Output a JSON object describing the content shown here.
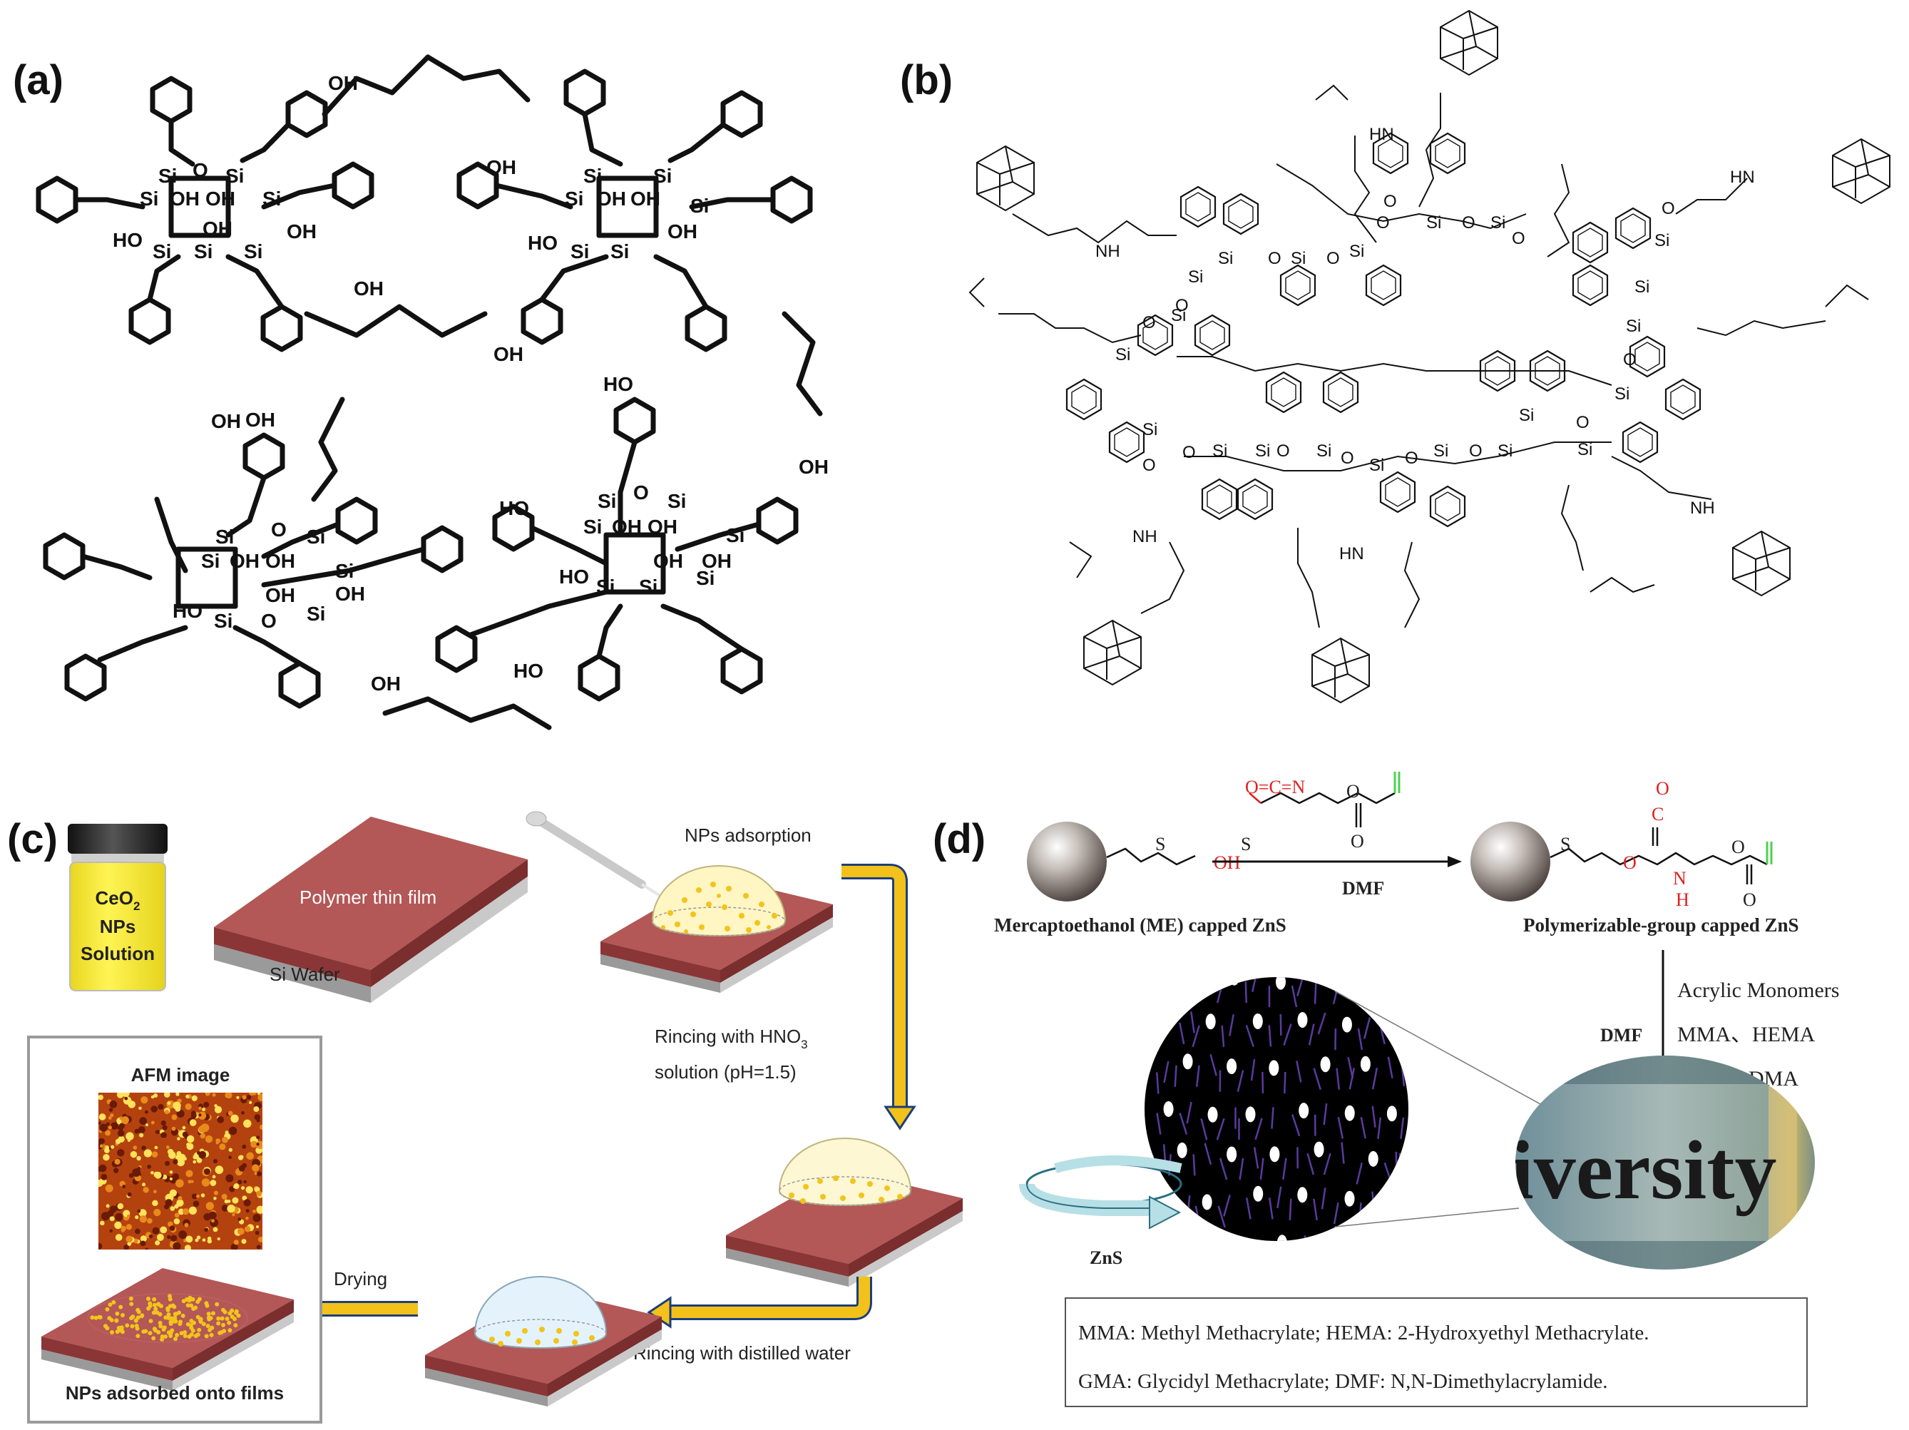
{
  "panels": {
    "a": {
      "label": "(a)"
    },
    "b": {
      "label": "(b)"
    },
    "c": {
      "label": "(c)"
    },
    "d": {
      "label": "(d)"
    }
  },
  "panel_a": {
    "si": "Si",
    "oh": "OH",
    "ho": "HO",
    "o": "O"
  },
  "panel_b": {
    "si": "Si",
    "o": "O",
    "hn": "HN",
    "nh": "NH"
  },
  "panel_c": {
    "vial_line1": "CeO",
    "vial_sub": "2",
    "vial_line2": "NPs",
    "vial_line3": "Solution",
    "film_label": "Polymer thin film",
    "wafer_label": "Si Wafer",
    "adsorption_label": "NPs adsorption",
    "rinse_hno3_line1_a": "Rincing  with HNO",
    "rinse_hno3_sub": "3",
    "rinse_hno3_line2": "solution (pH=1.5)",
    "rinse_water_label": "Rincing with  distilled water",
    "drying_label": "Drying",
    "afm_label": "AFM image",
    "adsorbed_label": "NPs adsorbed onto films"
  },
  "panel_d": {
    "s": "S",
    "oh": "OH",
    "o": "O",
    "n": "N",
    "h": "H",
    "c": "C",
    "isocyanate": "O=C=N",
    "dmf_top": "DMF",
    "me_capped": "Mercaptoethanol (ME) capped ZnS",
    "poly_capped": "Polymerizable-group capped ZnS",
    "acrylic": "Acrylic Monomers",
    "mma_hema": "MMA、HEMA",
    "gma_dma": "GMA、DMA",
    "dmf_side": "DMF",
    "zns": "ZnS",
    "photo_text": "iversity",
    "legend_line1": "MMA: Methyl Methacrylate; HEMA: 2-Hydroxyethyl Methacrylate.",
    "legend_line2": "GMA: Glycidyl Methacrylate; DMF: N,N-Dimethylacrylamide."
  },
  "colors": {
    "film_top": "#b05353",
    "film_side": "#8c3a3a",
    "wafer": "#b3b3b3",
    "arrow_yellow": "#f2c21b",
    "arrow_outline": "#1c3f7a",
    "vial_yellow": "#f6ea3a",
    "red_atoms": "#e02020",
    "green_bond": "#4fd14f"
  }
}
